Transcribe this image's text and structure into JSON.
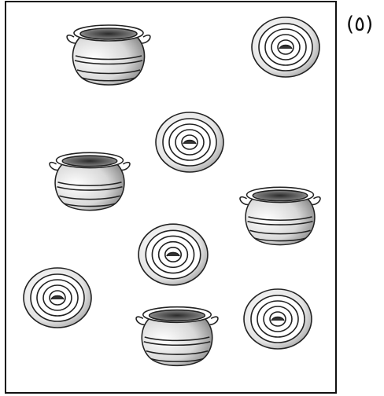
{
  "exercise_label": "(٥)",
  "items": [
    {
      "kind": "pot"
    },
    {
      "kind": "coil"
    },
    {
      "kind": "coil"
    },
    {
      "kind": "pot"
    },
    {
      "kind": "pot"
    },
    {
      "kind": "coil"
    },
    {
      "kind": "coil"
    },
    {
      "kind": "pot"
    },
    {
      "kind": "coil"
    }
  ]
}
